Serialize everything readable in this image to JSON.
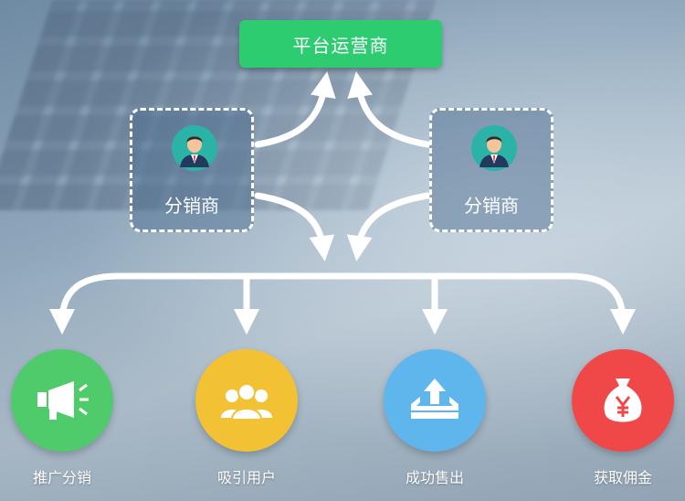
{
  "platform": {
    "label": "平台运营商"
  },
  "distributors": [
    {
      "label": "分销商",
      "icon": "businessman-icon"
    },
    {
      "label": "分销商",
      "icon": "businessman-icon"
    }
  ],
  "actions": [
    {
      "label": "推广分销",
      "icon": "megaphone-icon",
      "color": "#4fcb6b"
    },
    {
      "label": "吸引用户",
      "icon": "user-group-icon",
      "color": "#f2c134"
    },
    {
      "label": "成功售出",
      "icon": "upload-box-icon",
      "color": "#5eb6ec"
    },
    {
      "label": "获取佣金",
      "icon": "money-bag-icon",
      "color": "#f04848"
    }
  ],
  "colors": {
    "platform": "#2ecc71",
    "arrow": "#ffffff"
  }
}
